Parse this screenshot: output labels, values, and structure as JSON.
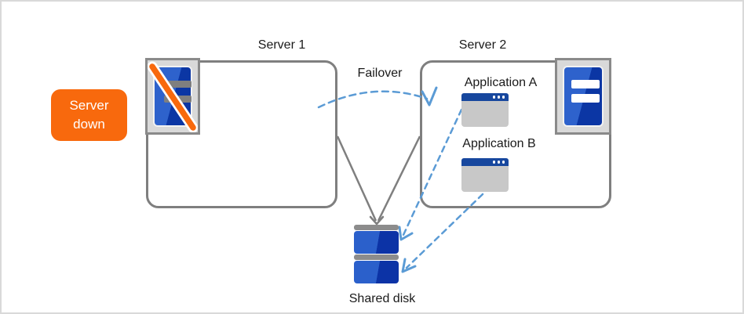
{
  "badge": {
    "label": "Server down",
    "bg_color": "#F8690D",
    "text_color": "#FFFFFF"
  },
  "server1": {
    "title": "Server 1",
    "status": "down",
    "icon": "server-tower-down-icon"
  },
  "server2": {
    "title": "Server 2",
    "icon": "server-tower-icon",
    "apps": [
      {
        "label": "Application A",
        "icon": "app-window-icon"
      },
      {
        "label": "Application B",
        "icon": "app-window-icon"
      }
    ]
  },
  "failover": {
    "label": "Failover",
    "arrow_color": "#5B9BD5",
    "style": "dashed-curve"
  },
  "shared_disk": {
    "label": "Shared disk"
  },
  "connectors": {
    "server1_to_disk": "solid-gray-line",
    "server2_to_disk": "solid-gray-line",
    "app_a_to_disk": "dashed-blue-arrow",
    "app_b_to_disk": "dashed-blue-arrow"
  },
  "colors": {
    "box_border": "#7F7F7F",
    "panel_bg": "#D9D9D9",
    "panel_border": "#8A8A8A",
    "tower_blue_light": "#2E62CC",
    "tower_blue_dark": "#0B36A4",
    "window_titlebar": "#17479E",
    "window_body": "#C8C8C8",
    "disk_cap": "#8C8C8C",
    "dashed_arrow_blue": "#5B9BD5",
    "slash_orange": "#F8690D"
  }
}
